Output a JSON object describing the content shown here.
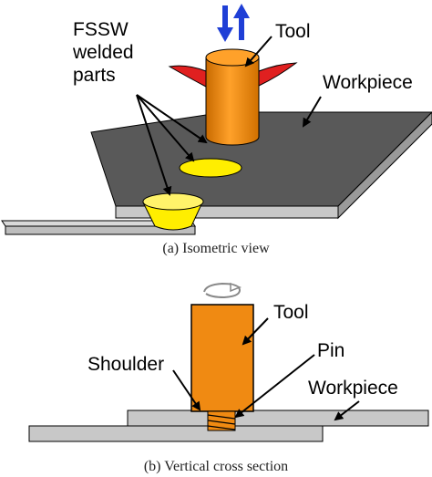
{
  "panel_a": {
    "caption": "(a) Isometric view",
    "label_fssw_line1": "FSSW",
    "label_fssw_line2": "welded",
    "label_fssw_line3": "parts",
    "label_tool": "Tool",
    "label_workpiece": "Workpiece"
  },
  "panel_b": {
    "caption": "(b) Vertical cross section",
    "label_tool": "Tool",
    "label_shoulder": "Shoulder",
    "label_pin": "Pin",
    "label_workpiece": "Workpiece"
  },
  "colors": {
    "tool_orange": "#f08a12",
    "weld_yellow": "#ffee00",
    "workpiece_dark": "#595959",
    "workpiece_light": "#c8c8c8",
    "flash_red": "#e02020",
    "arrow_blue": "#1f3fd6"
  },
  "icons": {
    "motion_arrows": "up-down-arrows-icon",
    "rotation_arrow": "rotation-arrow-icon"
  }
}
